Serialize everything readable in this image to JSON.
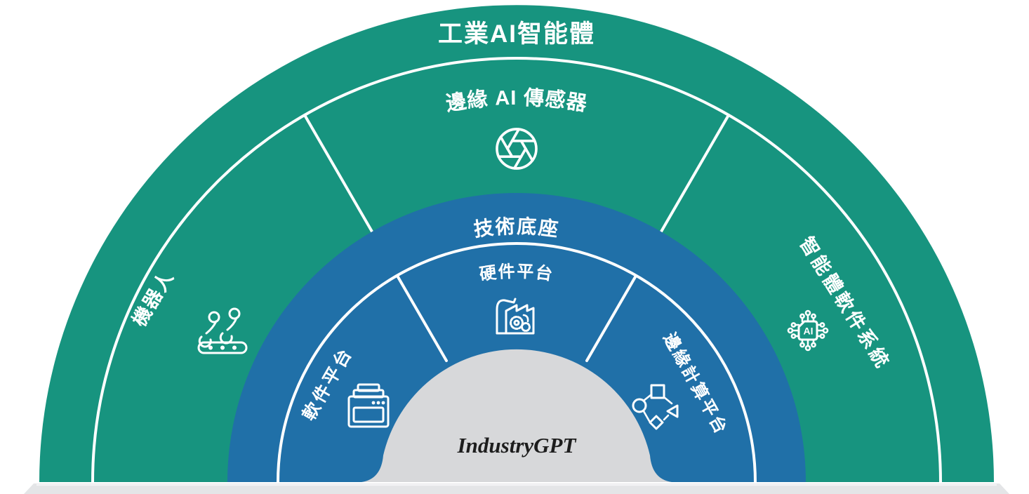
{
  "diagram": {
    "outer_ring": {
      "title": "工業AI智能體",
      "color": "#17947f",
      "segments": [
        {
          "label": "機器人",
          "icon": "robot-arm-conveyor-icon"
        },
        {
          "label": "邊緣 AI 傳感器",
          "icon": "aperture-sensor-icon"
        },
        {
          "label": "智能體軟件系統",
          "icon": "ai-chip-icon",
          "icon_text": "AI"
        }
      ]
    },
    "middle_ring": {
      "title": "技術底座",
      "color": "#2070a8",
      "segments": [
        {
          "label": "軟件平台",
          "icon": "software-server-icon"
        },
        {
          "label": "硬件平台",
          "icon": "factory-gears-icon"
        },
        {
          "label": "邊緣計算平台",
          "icon": "connected-shapes-icon"
        }
      ]
    },
    "center": {
      "label": "IndustryGPT",
      "color": "#d7d8da"
    },
    "base": {
      "color": "#e4e5e7"
    },
    "label_color": "#ffffff"
  }
}
